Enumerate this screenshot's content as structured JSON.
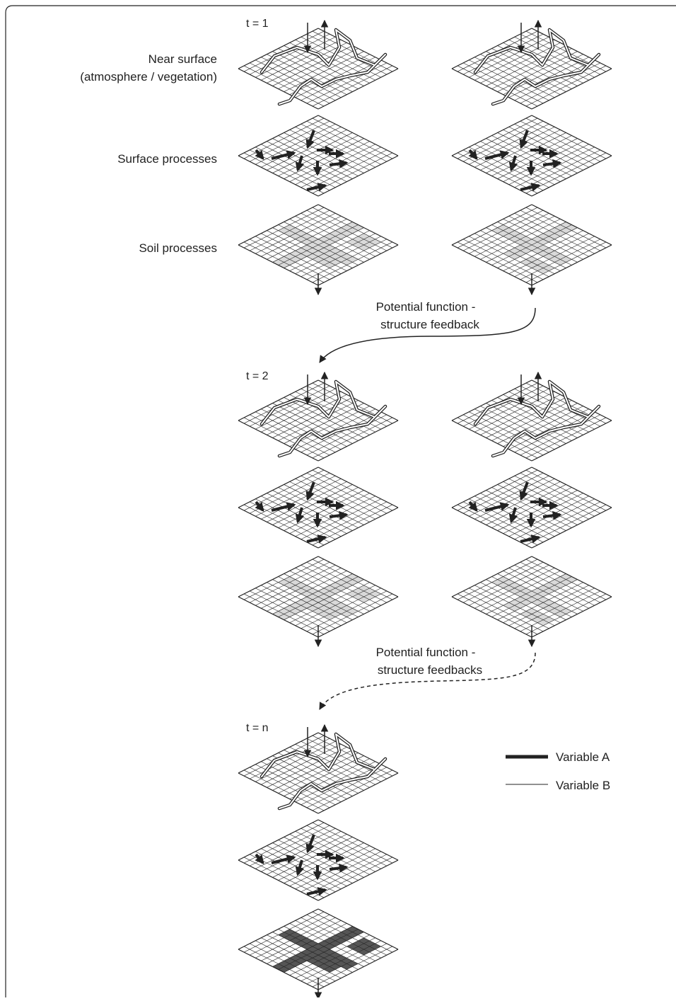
{
  "row_labels": {
    "near_surface_line1": "Near surface",
    "near_surface_line2": "(atmosphere / vegetation)",
    "surface": "Surface processes",
    "soil": "Soil processes"
  },
  "time_labels": {
    "t1": "t = 1",
    "t2": "t = 2",
    "tn": "t = n"
  },
  "feedbacks": [
    {
      "line1": "Potential function -",
      "line2": "structure feedback",
      "style": "solid"
    },
    {
      "line1": "Potential function -",
      "line2": "structure feedbacks",
      "style": "dashed"
    }
  ],
  "legend": {
    "variable_a": "Variable A",
    "variable_b": "Variable B"
  },
  "colors": {
    "line": "#222222",
    "light_fill": "#d9d9d9",
    "dark_fill": "#555555"
  }
}
